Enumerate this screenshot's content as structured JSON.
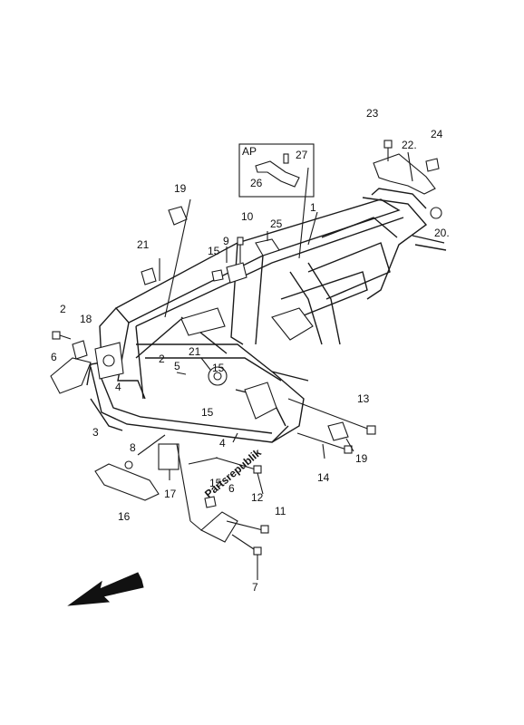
{
  "diagram": {
    "inset_label": "AP",
    "watermark": "Partsrepublik",
    "callouts": [
      {
        "id": "c1",
        "label": "1"
      },
      {
        "id": "c2a",
        "label": "2"
      },
      {
        "id": "c2b",
        "label": "2"
      },
      {
        "id": "c3",
        "label": "3"
      },
      {
        "id": "c4a",
        "label": "4"
      },
      {
        "id": "c4b",
        "label": "4"
      },
      {
        "id": "c5",
        "label": "5"
      },
      {
        "id": "c6a",
        "label": "6"
      },
      {
        "id": "c6b",
        "label": "6"
      },
      {
        "id": "c7",
        "label": "7"
      },
      {
        "id": "c8",
        "label": "8"
      },
      {
        "id": "c9",
        "label": "9"
      },
      {
        "id": "c10",
        "label": "10"
      },
      {
        "id": "c11",
        "label": "11"
      },
      {
        "id": "c12",
        "label": "12"
      },
      {
        "id": "c13",
        "label": "13"
      },
      {
        "id": "c14",
        "label": "14"
      },
      {
        "id": "c15a",
        "label": "15"
      },
      {
        "id": "c15b",
        "label": "15"
      },
      {
        "id": "c15c",
        "label": "15"
      },
      {
        "id": "c15d",
        "label": "15"
      },
      {
        "id": "c16",
        "label": "16"
      },
      {
        "id": "c17",
        "label": "17"
      },
      {
        "id": "c18",
        "label": "18"
      },
      {
        "id": "c19a",
        "label": "19"
      },
      {
        "id": "c19b",
        "label": "19"
      },
      {
        "id": "c20",
        "label": "20."
      },
      {
        "id": "c21a",
        "label": "21"
      },
      {
        "id": "c21b",
        "label": "21"
      },
      {
        "id": "c22",
        "label": "22."
      },
      {
        "id": "c23",
        "label": "23"
      },
      {
        "id": "c24",
        "label": "24"
      },
      {
        "id": "c25",
        "label": "25"
      },
      {
        "id": "c26",
        "label": "26"
      },
      {
        "id": "c27",
        "label": "27"
      }
    ],
    "direction_arrow_icon": "arrow-left-down-icon"
  }
}
